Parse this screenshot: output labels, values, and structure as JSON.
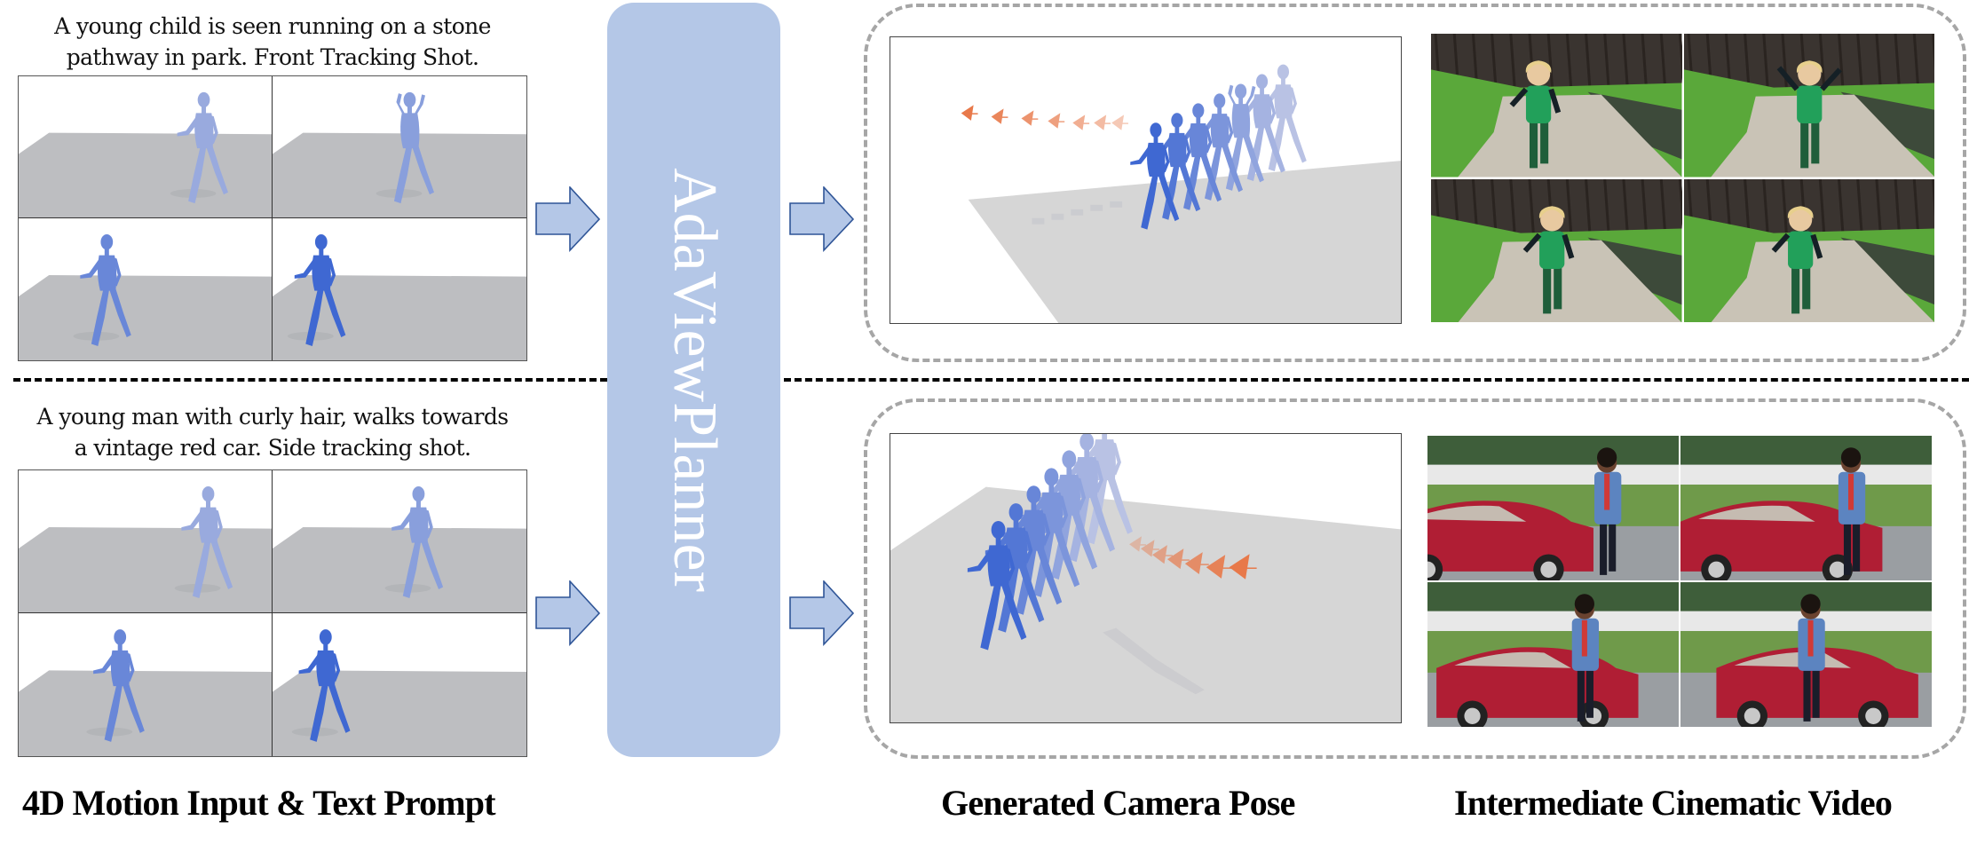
{
  "title": "AdaViewPlanner pipeline overview",
  "planner": {
    "label": "AdaViewPlanner",
    "color": "#b4c7e7",
    "text_color": "#ffffff"
  },
  "examples": [
    {
      "prompt_line1": "A young child is seen running on a stone",
      "prompt_line2": "pathway in park. Front Tracking Shot.",
      "motion_frames": 4,
      "pose_panel": "camera trajectory of 7 frustums in front of a running character, moving left",
      "video_frames": 4,
      "video_subject": "child in green shirt running on stone path in park"
    },
    {
      "prompt_line1": "A young man with curly hair, walks towards",
      "prompt_line2": "a vintage red car. Side tracking shot.",
      "motion_frames": 4,
      "pose_panel": "camera trajectory of 7 frustums beside a walking character, moving right",
      "video_frames": 4,
      "video_subject": "young man in denim jacket walking past red car"
    }
  ],
  "labels": {
    "input": "4D Motion Input & Text Prompt",
    "camera": "Generated Camera Pose",
    "video": "Intermediate Cinematic Video"
  },
  "colors": {
    "body_light": "#a9b6e0",
    "body_dark": "#3f68d2",
    "camera": "#e8794a",
    "floor_grid": "#bdbec1",
    "floor_pose": "#d6d6d6",
    "dashed_box": "#a6a6a6",
    "arrow_fill": "#b4c7e7",
    "arrow_stroke": "#2f5597"
  }
}
